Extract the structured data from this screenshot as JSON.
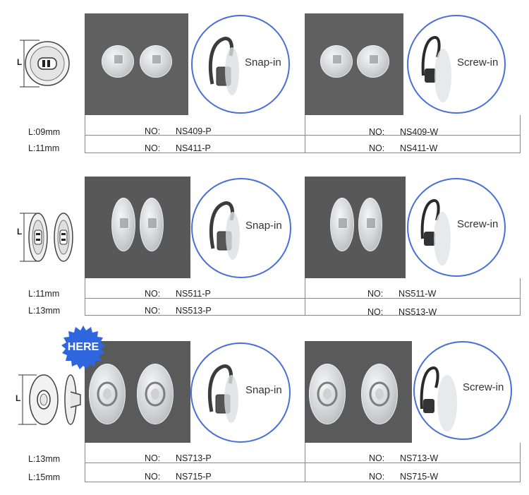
{
  "groups": [
    {
      "sizes": [
        "L:09mm",
        "L:11mm"
      ],
      "diagram_label": "L",
      "left": {
        "type_label": "Snap-in",
        "no_label": "NO:",
        "codes": [
          "NS409-P",
          "NS411-P"
        ]
      },
      "right": {
        "type_label": "Screw-in",
        "no_label": "NO:",
        "codes": [
          "NS409-W",
          "NS411-W"
        ]
      }
    },
    {
      "sizes": [
        "L:11mm",
        "L:13mm"
      ],
      "diagram_label": "L",
      "left": {
        "type_label": "Snap-in",
        "no_label": "NO:",
        "codes": [
          "NS511-P",
          "NS513-P"
        ]
      },
      "right": {
        "type_label": "Screw-in",
        "no_label": "NO:",
        "codes": [
          "NS511-W",
          "NS513-W"
        ]
      }
    },
    {
      "sizes": [
        "L:13mm",
        "L:15mm"
      ],
      "diagram_label": "L",
      "left": {
        "type_label": "Snap-in",
        "no_label": "NO:",
        "codes": [
          "NS713-P",
          "NS715-P"
        ]
      },
      "right": {
        "type_label": "Screw-in",
        "no_label": "NO:",
        "codes": [
          "NS713-W",
          "NS715-W"
        ]
      }
    }
  ],
  "badge": {
    "text": "HERE",
    "color": "#2f66e0"
  },
  "colors": {
    "circle_border": "#4a6fd6",
    "photo_bg": "#606060",
    "line": "#8a8a8a"
  }
}
